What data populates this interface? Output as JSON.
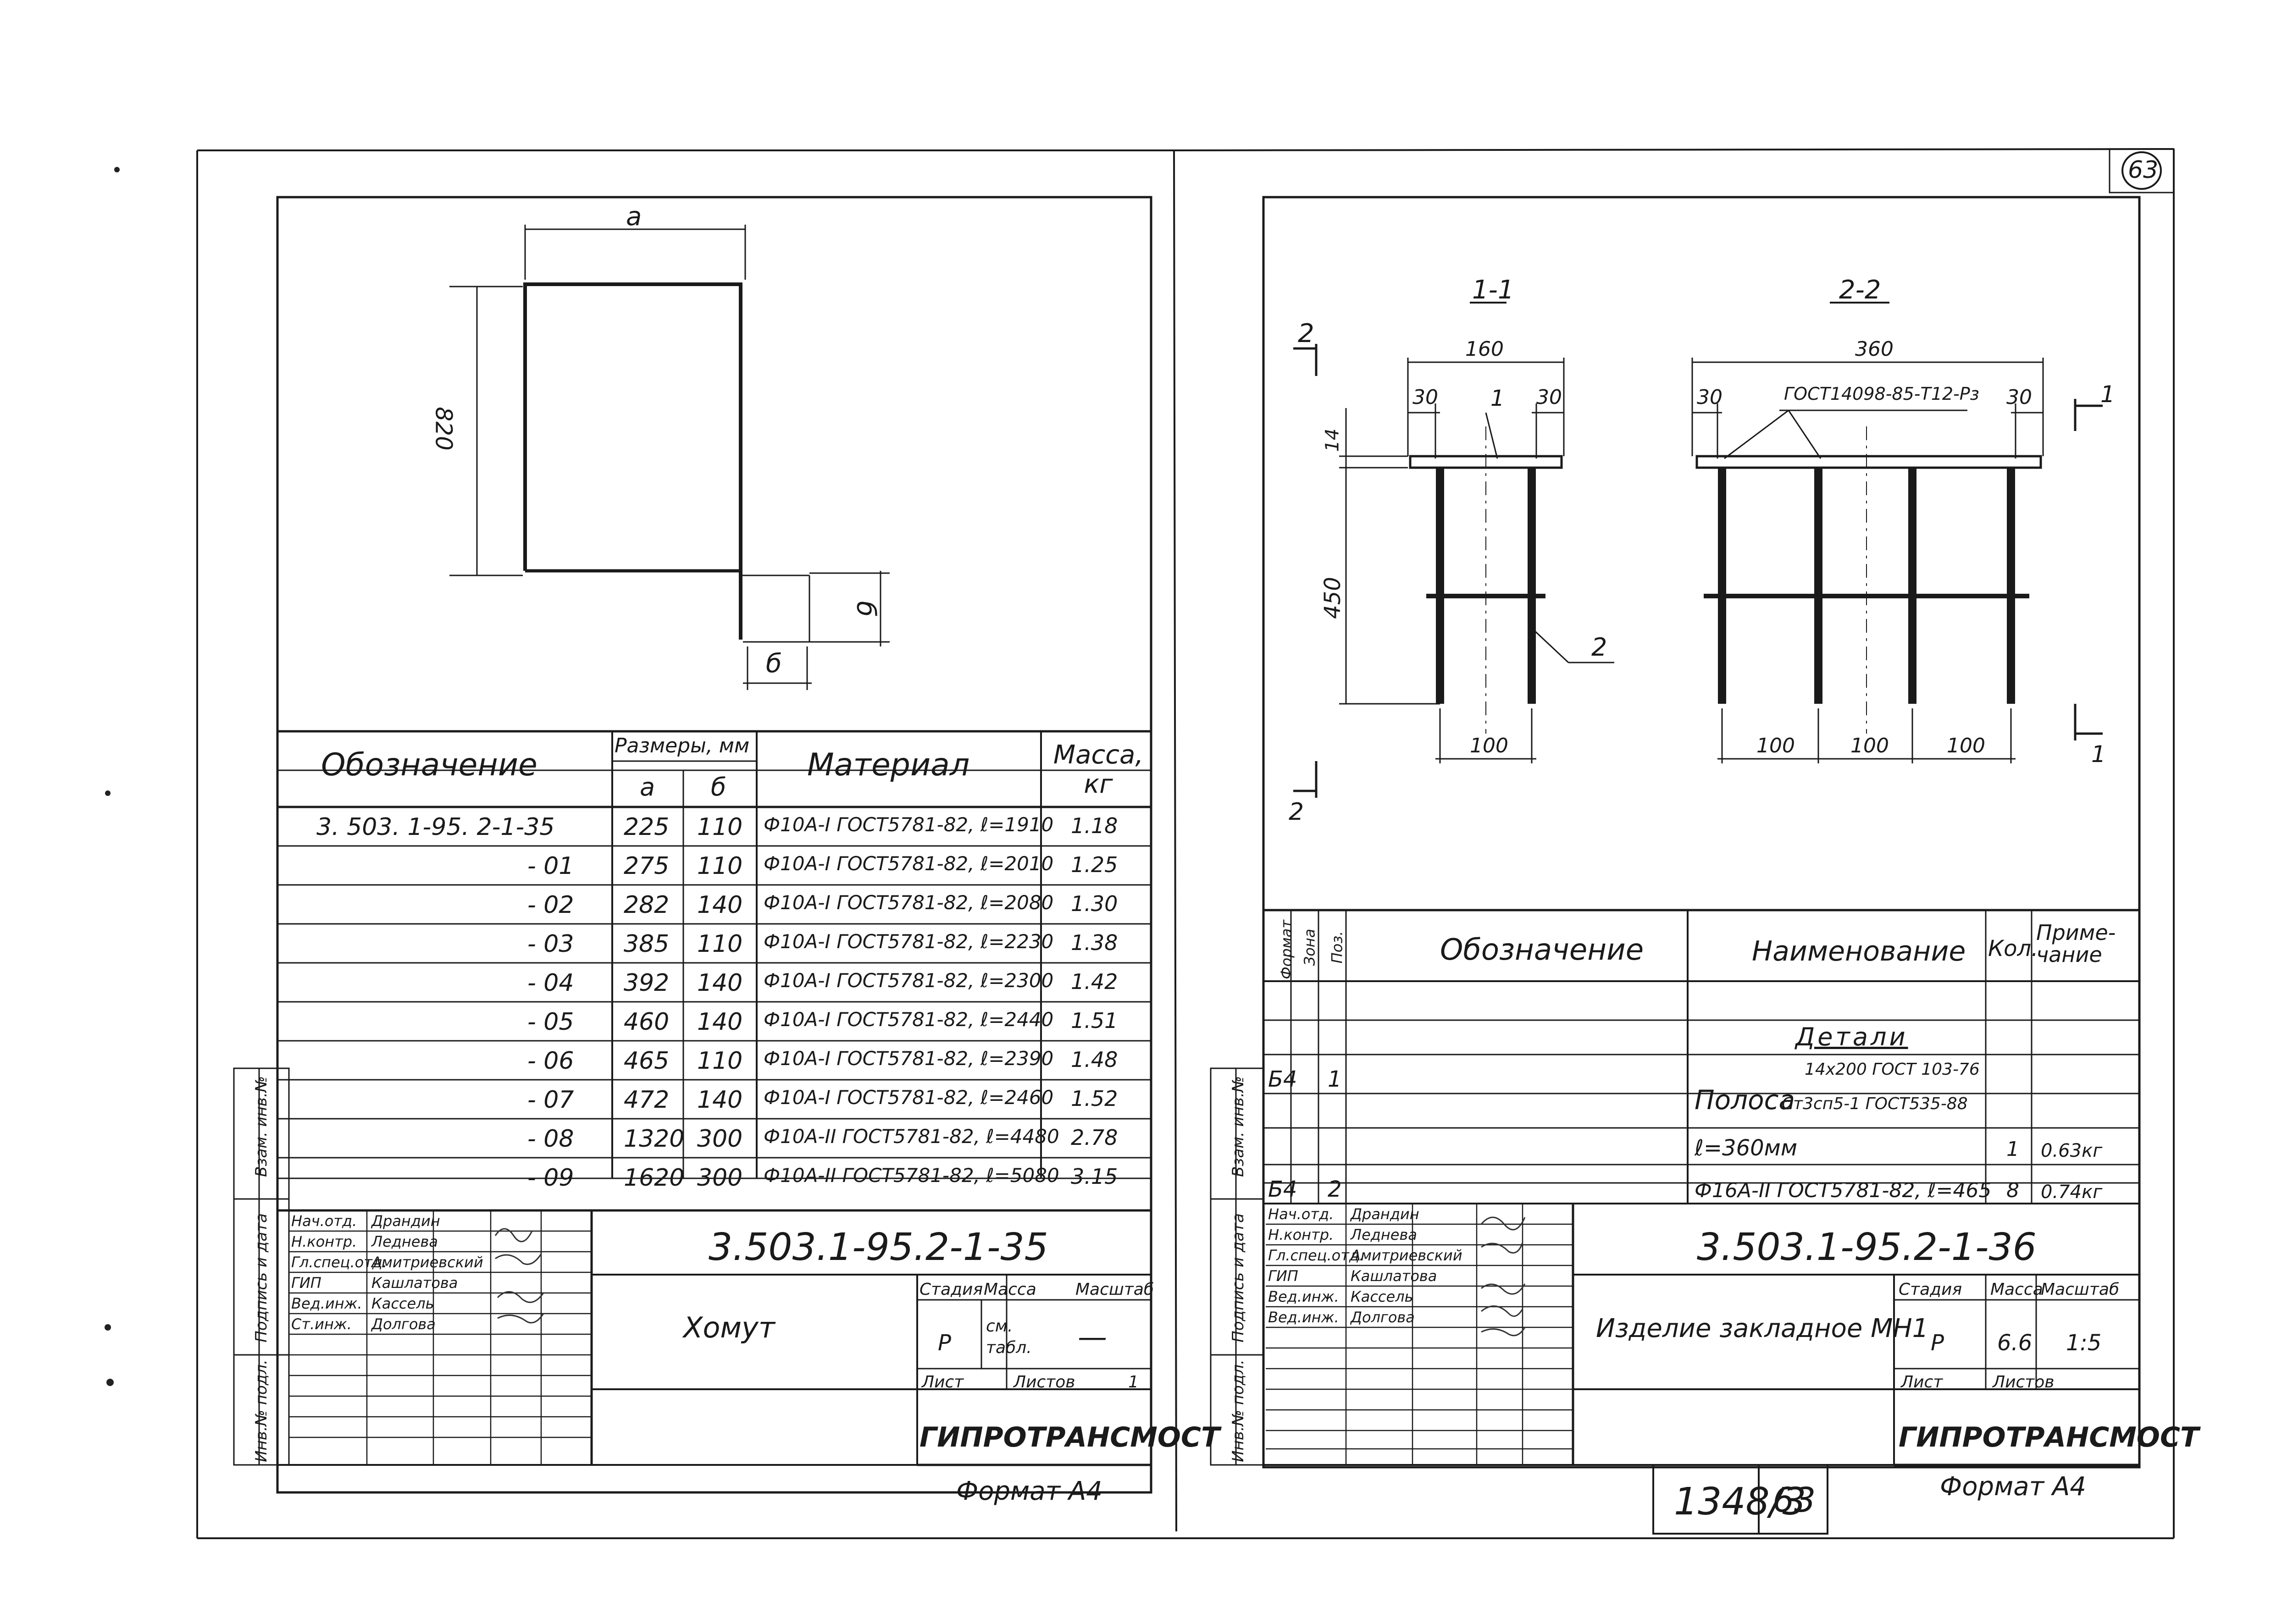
{
  "page_number_circle": "63",
  "left_sheet": {
    "sketch": {
      "dim_a": "а",
      "dim_height": "820",
      "dim_b_vertical": "б",
      "dim_b_horizontal": "б"
    },
    "table": {
      "col_designation": "Обозначение",
      "col_sizes": "Размеры, мм",
      "col_a": "а",
      "col_b": "б",
      "col_material": "Материал",
      "col_mass": "Масса, кг",
      "rows": [
        {
          "designation": "3. 503. 1-95. 2-1-35",
          "a": "225",
          "b": "110",
          "material": "Ф10А-I ГОСТ5781-82, ℓ=1910",
          "mass": "1.18"
        },
        {
          "designation": "- 01",
          "a": "275",
          "b": "110",
          "material": "Ф10А-I ГОСТ5781-82, ℓ=2010",
          "mass": "1.25"
        },
        {
          "designation": "- 02",
          "a": "282",
          "b": "140",
          "material": "Ф10А-I ГОСТ5781-82, ℓ=2080",
          "mass": "1.30"
        },
        {
          "designation": "- 03",
          "a": "385",
          "b": "110",
          "material": "Ф10А-I ГОСТ5781-82, ℓ=2230",
          "mass": "1.38"
        },
        {
          "designation": "- 04",
          "a": "392",
          "b": "140",
          "material": "Ф10А-I ГОСТ5781-82, ℓ=2300",
          "mass": "1.42"
        },
        {
          "designation": "- 05",
          "a": "460",
          "b": "140",
          "material": "Ф10А-I ГОСТ5781-82, ℓ=2440",
          "mass": "1.51"
        },
        {
          "designation": "- 06",
          "a": "465",
          "b": "110",
          "material": "Ф10А-I ГОСТ5781-82, ℓ=2390",
          "mass": "1.48"
        },
        {
          "designation": "- 07",
          "a": "472",
          "b": "140",
          "material": "Ф10А-I ГОСТ5781-82, ℓ=2460",
          "mass": "1.52"
        },
        {
          "designation": "- 08",
          "a": "1320",
          "b": "300",
          "material": "Ф10А-II ГОСТ5781-82, ℓ=4480",
          "mass": "2.78"
        },
        {
          "designation": "- 09",
          "a": "1620",
          "b": "300",
          "material": "Ф10А-II ГОСТ5781-82, ℓ=5080",
          "mass": "3.15"
        }
      ]
    },
    "stamp": {
      "roles": [
        "Нач.отд.",
        "Н.контр.",
        "Гл.спец.отд.",
        "ГИП",
        "Вед.инж.",
        "Ст.инж."
      ],
      "names": [
        "Драндин",
        "Леднева",
        "Амитриевский",
        "Кашлатова",
        "Кассель",
        "Долгова"
      ],
      "code": "3.503.1-95.2-1-35",
      "title": "Хомут",
      "stage_label": "Стадия",
      "mass_label": "Масса",
      "scale_label": "Масштаб",
      "stage": "Р",
      "mass": "см. табл.",
      "scale": "—",
      "sheet_label": "Лист",
      "sheets_label": "Листов",
      "sheets": "1",
      "org": "ГИПРОТРАНСМОСТ"
    },
    "side_labels": [
      "Взам. инв.№",
      "Подпись и дата",
      "Инв.№ подл."
    ],
    "format": "Формат А4"
  },
  "right_sheet": {
    "drawing": {
      "section_1": "1-1",
      "section_2": "2-2",
      "cut_2": "2",
      "cut_1": "1",
      "dim_160": "160",
      "dim_360": "360",
      "dim_30": "30",
      "dim_14": "14",
      "dim_450": "450",
      "dim_100": "100",
      "pos_1": "1",
      "pos_2": "2",
      "weld_note": "ГОСТ14098-85-Т12-Рз"
    },
    "spec": {
      "col_format": "Формат",
      "col_zone": "Зона",
      "col_pos": "Поз.",
      "col_designation": "Обозначение",
      "col_name": "Наименование",
      "col_qty": "Кол.",
      "col_note": "Приме- чание",
      "section_title": "Детали",
      "item1_format": "Б4",
      "item1_pos": "1",
      "item1_name_prefix": "Полоса",
      "item1_name_top": "14х200 ГОСТ 103-76",
      "item1_name_bottom": "Ст3сп5-1 ГОСТ535-88",
      "item1_length": "ℓ=360мм",
      "item1_qty": "1",
      "item1_note": "0.63кг",
      "item2_format": "Б4",
      "item2_pos": "2",
      "item2_name": "Ф16А-II ГОСТ5781-82, ℓ=465",
      "item2_qty": "8",
      "item2_note": "0.74кг"
    },
    "stamp": {
      "roles": [
        "Нач.отд.",
        "Н.контр.",
        "Гл.спец.отд.",
        "ГИП",
        "Вед.инж.",
        "Вед.инж."
      ],
      "names": [
        "Драндин",
        "Леднева",
        "Амитриевский",
        "Кашлатова",
        "Кассель",
        "Долгова"
      ],
      "code": "3.503.1-95.2-1-36",
      "title": "Изделие закладное МН1",
      "stage_label": "Стадия",
      "mass_label": "Масса",
      "scale_label": "Масштаб",
      "stage": "Р",
      "mass": "6.6",
      "scale": "1:5",
      "sheet_label": "Лист",
      "sheets_label": "Листов",
      "org": "ГИПРОТРАНСМОСТ"
    },
    "side_labels": [
      "Взам. инв.№",
      "Подпись и дата",
      "Инв.№ подл."
    ],
    "album": "1348/3",
    "album_page": "63",
    "format": "Формат А4"
  }
}
